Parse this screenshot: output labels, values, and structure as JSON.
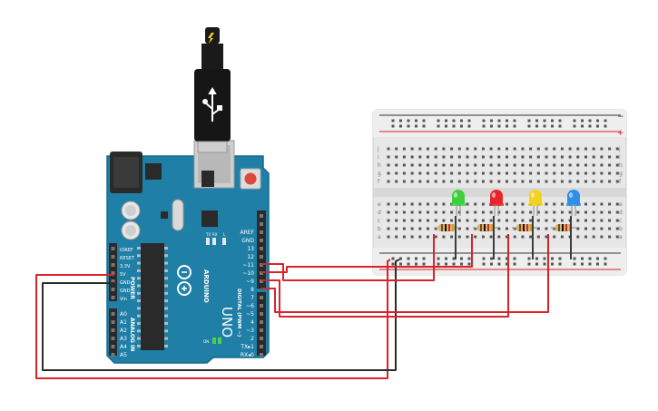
{
  "arduino": {
    "logo_text": "ARDUINO",
    "model": "UNO",
    "tx_label": "TX",
    "rx_label": "RX",
    "l_label": "L",
    "on_label": "ON",
    "power_header_title": "POWER",
    "analog_header_title": "ANALOG IN",
    "digital_header_title": "DIGITAL (PWM ~)",
    "power_pins": [
      "IOREF",
      "RESET",
      "3.3V",
      "5V",
      "GND",
      "GND",
      "Vin"
    ],
    "analog_pins": [
      "A0",
      "A1",
      "A2",
      "A3",
      "A4",
      "A5"
    ],
    "digital_pins_top": [
      "AREF",
      "GND",
      "13",
      "12",
      "~11",
      "~10",
      "~9",
      "8"
    ],
    "digital_pins_bottom": [
      "7",
      "~6",
      "~5",
      "4",
      "~3",
      "2",
      "TX▸1",
      "RX◂0"
    ]
  },
  "breadboard": {
    "row_letters_top": [
      "j",
      "i",
      "h",
      "g",
      "f"
    ],
    "row_letters_bottom": [
      "e",
      "d",
      "c",
      "b",
      "a"
    ],
    "rail_plus": "+",
    "rail_minus": "−",
    "column_count": 30
  },
  "components": {
    "leds": [
      {
        "name": "led-green",
        "color": "#3ecf3e"
      },
      {
        "name": "led-red",
        "color": "#e8262a"
      },
      {
        "name": "led-yellow",
        "color": "#f2d21b"
      },
      {
        "name": "led-blue",
        "color": "#2f8fe8"
      }
    ],
    "resistor_count": 4
  },
  "colors": {
    "board": "#1f7fa6",
    "board_dark": "#176a8c",
    "breadboard": "#e7e7e7",
    "wire_red": "#d9232a",
    "wire_black": "#2b2b2b",
    "header": "#2a2a2a"
  },
  "icons": {
    "usb": "usb-cable-icon",
    "lightning": "lightning-icon"
  }
}
